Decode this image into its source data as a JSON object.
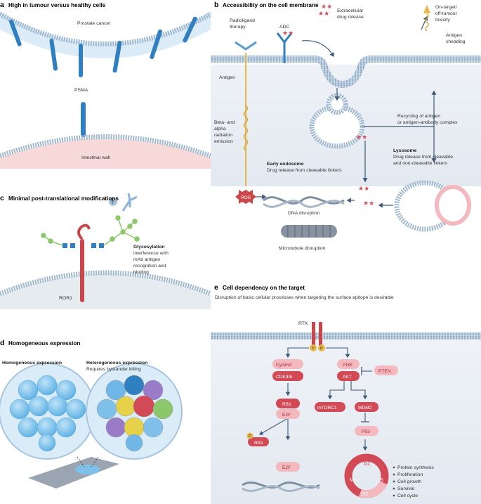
{
  "panel_a": {
    "letter": "a",
    "title": "High in tumour versus healthy cells",
    "prostate_label": "Prostate cancer",
    "psma_label": "PSMA",
    "intestinal_label": "Intestinal wall"
  },
  "panel_b": {
    "letter": "b",
    "title": "Accessibility on the cell membrane",
    "radioligand_l1": "Radioligand",
    "radioligand_l2": "therapy",
    "adc_label": "ADC",
    "extracellular_l1": "Extracellular",
    "extracellular_l2": "drug release",
    "ontarget_l1": "On-target/",
    "ontarget_l2": "off-tumour",
    "ontarget_l3": "toxicity",
    "shedding_l1": "Antigen",
    "shedding_l2": "shedding",
    "antigen_label": "Antigen",
    "beta_l1": "Beta- and",
    "beta_l2": "alpha",
    "beta_l3": "radiation",
    "beta_l4": "emission",
    "recycling_l1": "Recycling of antigen",
    "recycling_l2": "or antigen-antibody complex",
    "early_title": "Early endosome",
    "early_sub": "Drug release from cleavable linkers",
    "lysosome_title": "Lysosome",
    "lysosome_l1": "Drug release from cleavable",
    "lysosome_l2": "and non-cleavable linkers",
    "ros_label": "ROS",
    "dna_label": "DNA disruption",
    "microtubule_label": "Microtubule disruption"
  },
  "panel_c": {
    "letter": "c",
    "title": "Minimal post-translational modifications",
    "question": "?",
    "glyco_title": "Glycosylation",
    "glyco_l1": "interference with",
    "glyco_l2": "mAb antigen",
    "glyco_l3": "recognition and",
    "glyco_l4": "binding",
    "ror1_label": "ROR1"
  },
  "panel_d": {
    "letter": "d",
    "title": "Homogeneous expression",
    "homo_label": "Homogeneous expression",
    "hetero_label": "Heterogeneous expression",
    "hetero_sub": "Requires bystander killing"
  },
  "panel_e": {
    "letter": "e",
    "title": "Cell dependency on the target",
    "subtitle": "Disruption of basic cellular processes when targeting the surface epitope is desirable",
    "rtk": "RTK",
    "p": "P",
    "cyclind": "CyclinD",
    "cdk": "CDK4/6",
    "rb1": "RB1",
    "e2f": "E2F",
    "pi3k": "PI3K",
    "akt": "AKT",
    "pten": "PTEN",
    "mtorc1": "mTORC1",
    "mdm2": "MDM2",
    "p53": "P53",
    "g1": "G1",
    "s": "S",
    "g2": "G2",
    "m": "M",
    "bullets": [
      "Protein synthesis",
      "Proliferation",
      "Cell growth",
      "Survival",
      "Cell cycle"
    ]
  },
  "colors": {
    "membrane_blue": "#a9c5de",
    "receptor_blue": "#2f7fc1",
    "ror1_red": "#c9464b",
    "pink": "#f3c9cf",
    "node_red": "#d34a57",
    "node_pink": "#f4b9bf",
    "yellow": "#e6b84a",
    "glyco_green": "#8cc76b",
    "cell_blue": "#7fc0ea"
  }
}
